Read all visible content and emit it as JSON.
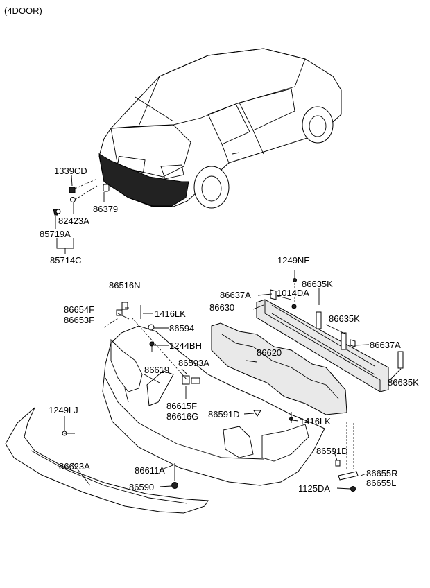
{
  "header": {
    "variant": "(4DOOR)"
  },
  "parts": [
    {
      "id": "p1339CD",
      "label": "1339CD"
    },
    {
      "id": "p86379",
      "label": "86379"
    },
    {
      "id": "p82423A",
      "label": "82423A"
    },
    {
      "id": "p85719A",
      "label": "85719A"
    },
    {
      "id": "p85714C",
      "label": "85714C"
    },
    {
      "id": "p1249NE",
      "label": "1249NE"
    },
    {
      "id": "p86516N",
      "label": "86516N"
    },
    {
      "id": "p86637A_1",
      "label": "86637A"
    },
    {
      "id": "p1014DA",
      "label": "1014DA"
    },
    {
      "id": "p86635K_1",
      "label": "86635K"
    },
    {
      "id": "p86654F",
      "label": "86654F"
    },
    {
      "id": "p86653F",
      "label": "86653F"
    },
    {
      "id": "p1416LK_1",
      "label": "1416LK"
    },
    {
      "id": "p86630",
      "label": "86630"
    },
    {
      "id": "p86635K_2",
      "label": "86635K"
    },
    {
      "id": "p86594",
      "label": "86594"
    },
    {
      "id": "p1244BH",
      "label": "1244BH"
    },
    {
      "id": "p86637A_2",
      "label": "86637A"
    },
    {
      "id": "p86620",
      "label": "86620"
    },
    {
      "id": "p86593A",
      "label": "86593A"
    },
    {
      "id": "p86619",
      "label": "86619"
    },
    {
      "id": "p86635K_3",
      "label": "86635K"
    },
    {
      "id": "p86615F",
      "label": "86615F"
    },
    {
      "id": "p86616G",
      "label": "86616G"
    },
    {
      "id": "p1249LJ",
      "label": "1249LJ"
    },
    {
      "id": "p86591D_1",
      "label": "86591D"
    },
    {
      "id": "p1416LK_2",
      "label": "1416LK"
    },
    {
      "id": "p86623A",
      "label": "86623A"
    },
    {
      "id": "p86611A",
      "label": "86611A"
    },
    {
      "id": "p86591D_2",
      "label": "86591D"
    },
    {
      "id": "p86655R",
      "label": "86655R"
    },
    {
      "id": "p86655L",
      "label": "86655L"
    },
    {
      "id": "p86590",
      "label": "86590"
    },
    {
      "id": "p1125DA",
      "label": "1125DA"
    }
  ]
}
